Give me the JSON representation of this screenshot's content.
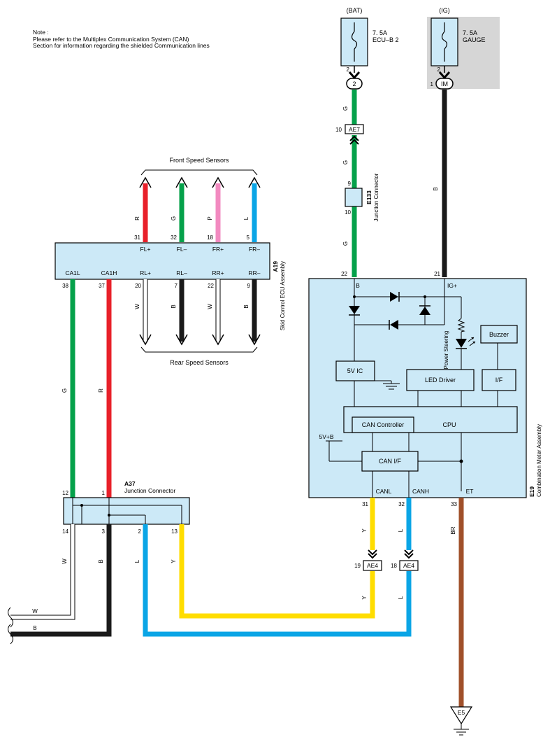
{
  "note": {
    "title": "Note :",
    "line1": "Please refer to the Multiplex Communication System (CAN)",
    "line2": "Section for information regarding the shielded Communication lines"
  },
  "fuses": {
    "bat": {
      "source": "(BAT)",
      "rating": "7. 5A",
      "name": "ECU–B 2",
      "pin": "2",
      "connector": "2"
    },
    "ig": {
      "source": "(IG)",
      "rating": "7. 5A",
      "name": "GAUGE",
      "pin": "2",
      "connector": "IM",
      "connector_pin": "1"
    }
  },
  "connectors": {
    "ae7": {
      "label": "AE7",
      "pin": "10"
    },
    "e133": {
      "id": "E133",
      "name": "Junction Connector",
      "pin_top": "9",
      "pin_bottom": "10"
    },
    "ae4_y": {
      "label": "AE4",
      "pin": "19"
    },
    "ae4_l": {
      "label": "AE4",
      "pin": "18"
    },
    "a37": {
      "id": "A37",
      "name": "Junction Connector",
      "pin_12": "12",
      "pin_1": "1",
      "pin_14": "14",
      "pin_3": "3",
      "pin_2": "2",
      "pin_13": "13"
    },
    "e5": {
      "label": "E5"
    }
  },
  "skid_ecu": {
    "id": "A19",
    "name": "Skid Control ECU Assembly",
    "front_title": "Front Speed Sensors",
    "rear_title": "Rear Speed Sensors",
    "top_terminals": [
      {
        "name": "FL+",
        "pin": "31",
        "wire": "R"
      },
      {
        "name": "FL–",
        "pin": "32",
        "wire": "G"
      },
      {
        "name": "FR+",
        "pin": "18",
        "wire": "P"
      },
      {
        "name": "FR–",
        "pin": "5",
        "wire": "L"
      }
    ],
    "bottom_terminals": [
      {
        "name": "CA1L",
        "pin": "38",
        "wire": "G"
      },
      {
        "name": "CA1H",
        "pin": "37",
        "wire": "R"
      },
      {
        "name": "RL+",
        "pin": "20",
        "wire": "W"
      },
      {
        "name": "RL–",
        "pin": "7",
        "wire": "B"
      },
      {
        "name": "RR+",
        "pin": "22",
        "wire": "W"
      },
      {
        "name": "RR–",
        "pin": "9",
        "wire": "B"
      }
    ]
  },
  "meter": {
    "id": "E19",
    "name": "Combination Meter Assembly",
    "terminals": {
      "b": {
        "name": "B",
        "pin": "22"
      },
      "ig": {
        "name": "IG+",
        "pin": "21"
      },
      "canl": {
        "name": "CANL",
        "pin": "31"
      },
      "canh": {
        "name": "CANH",
        "pin": "32"
      },
      "et": {
        "name": "ET",
        "pin": "33"
      }
    },
    "blocks": {
      "ic": "5V IC",
      "led_driver": "LED Driver",
      "if": "I/F",
      "buzzer": "Buzzer",
      "can_controller": "CAN Controller",
      "cpu": "CPU",
      "can_if": "CAN I/F",
      "power_steering": "Power Steering",
      "v5b": "5V+B"
    }
  },
  "wires": {
    "bat_g1": "G",
    "bat_g2": "G",
    "bat_g3": "G",
    "ig_b": "B",
    "canl_y1": "Y",
    "canl_y2": "Y",
    "canh_l1": "L",
    "canh_l2": "L",
    "et_br": "BR",
    "a37_w": "W",
    "a37_b": "B",
    "a37_l": "L",
    "a37_y": "Y",
    "left_w": "W",
    "left_b": "B"
  },
  "colors": {
    "box_fill": "#cce9f7",
    "ig_shade": "#d6d6d6",
    "green": "#05a14a",
    "red": "#e8202a",
    "pink": "#f28ac0",
    "blue": "#0aa5e6",
    "black": "#1a1a1a",
    "yellow": "#ffdd00",
    "brown": "#a0502a"
  }
}
